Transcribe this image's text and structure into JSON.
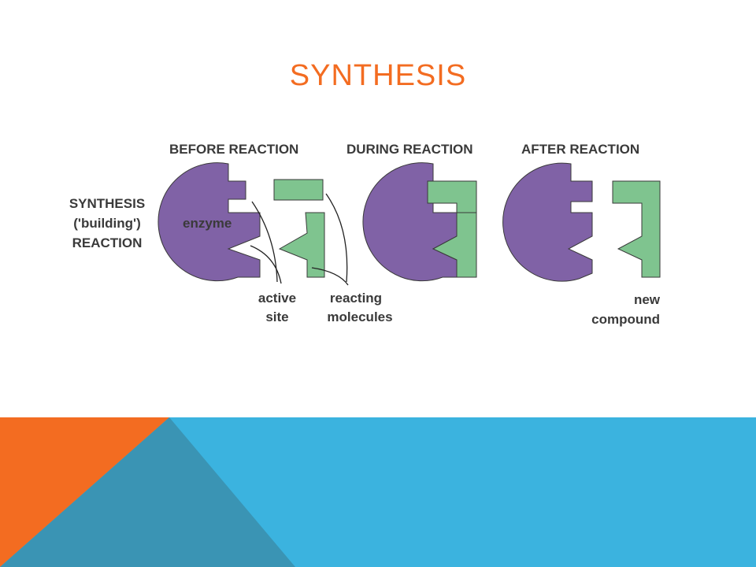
{
  "slide": {
    "title": "SYNTHESIS"
  },
  "diagram": {
    "row_label": [
      "SYNTHESIS",
      "('building')",
      "REACTION"
    ],
    "stages": {
      "before": "BEFORE REACTION",
      "during": "DURING REACTION",
      "after": "AFTER REACTION"
    },
    "labels": {
      "enzyme": "enzyme",
      "active_site": [
        "active",
        "site"
      ],
      "reacting_molecules": [
        "reacting",
        "molecules"
      ],
      "new_compound": [
        "new",
        "compound"
      ]
    }
  },
  "colors": {
    "title": "#f36c21",
    "enzyme": "#8062a6",
    "molecule": "#7fc48f",
    "outline": "#3a3a3a",
    "banner_blue": "#3bb3df",
    "banner_orange": "#f36c21",
    "banner_teal": "#3a94b4"
  }
}
